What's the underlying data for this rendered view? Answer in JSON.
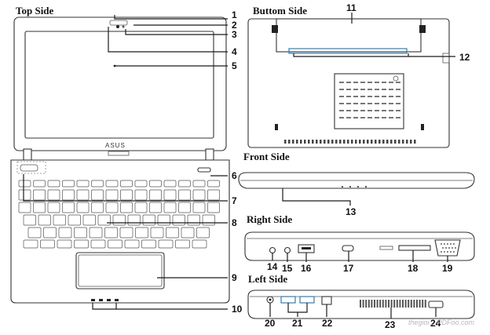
{
  "titles": {
    "top": "Top Side",
    "bottom": "Buttom Side",
    "front": "Front Side",
    "right": "Right Side",
    "left": "Left Side"
  },
  "brand": "ASUS",
  "watermark": "thegioi... PDFoo.com",
  "callouts": {
    "top": [
      "1",
      "2",
      "3",
      "4",
      "5",
      "6",
      "7",
      "8",
      "9",
      "10"
    ],
    "bottom": [
      "11",
      "12"
    ],
    "front": [
      "13"
    ],
    "right": [
      "14",
      "15",
      "16",
      "17",
      "18",
      "19"
    ],
    "left": [
      "20",
      "21",
      "22",
      "23",
      "24"
    ]
  }
}
